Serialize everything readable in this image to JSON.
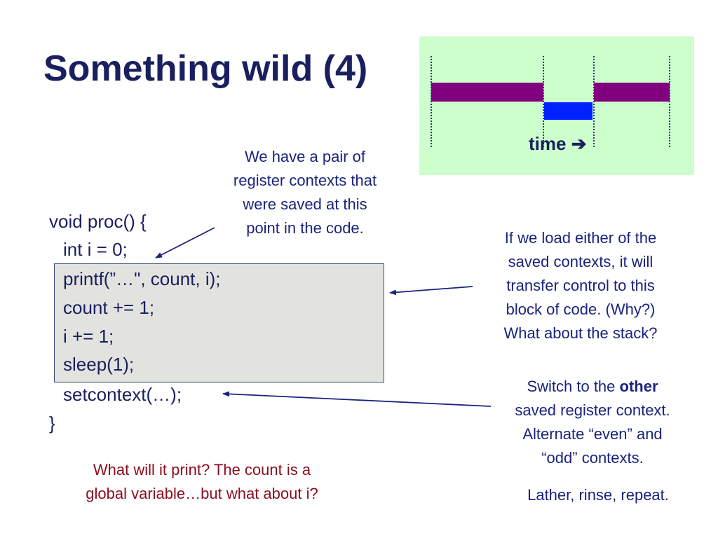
{
  "title": "Something wild (4)",
  "timeline": {
    "label": "time",
    "arrow_glyph": "➔",
    "colors": {
      "background": "#ccffcc",
      "context_bar": "#800080",
      "switch_bar": "#0022ff"
    }
  },
  "notes": {
    "top": [
      "We have a pair of",
      "register contexts that",
      "were saved at this",
      "point in the code."
    ],
    "right": [
      "If we load either of the",
      "saved contexts, it will",
      "transfer control to this",
      "block of code.  (Why?)",
      "What about the stack?"
    ],
    "switch_prefix": "Switch to the ",
    "switch_bold": "other",
    "switch_rest": [
      "saved register context.",
      "Alternate “even” and",
      "“odd” contexts."
    ],
    "lather": "Lather, rinse, repeat.",
    "question": [
      "What will it print?  The count is a",
      "global variable…but what about i?"
    ]
  },
  "code": {
    "header": "void proc() {",
    "init": "int i = 0;",
    "body": [
      "printf(”…\", count, i);",
      "count += 1;",
      "i += 1;",
      "sleep(1);"
    ],
    "setcontext": "setcontext(…);",
    "close": "}"
  }
}
